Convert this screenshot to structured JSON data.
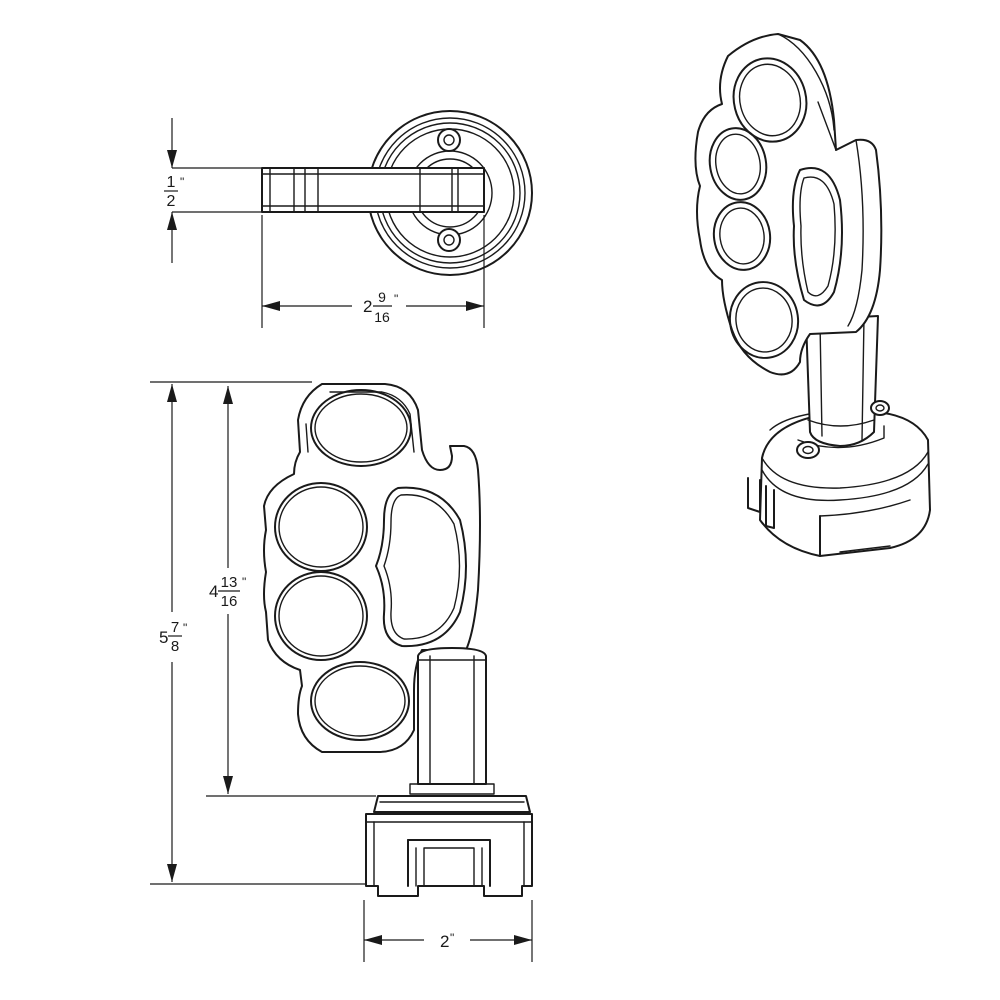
{
  "drawing": {
    "stroke_color": "#1a1a1a",
    "background_color": "#ffffff"
  },
  "dimensions": {
    "thickness": {
      "whole": "",
      "num": "1",
      "den": "2",
      "unit": "\""
    },
    "depth": {
      "whole": "2",
      "num": "9",
      "den": "16",
      "unit": "\""
    },
    "lever_height": {
      "whole": "4",
      "num": "13",
      "den": "16",
      "unit": "\""
    },
    "overall_height": {
      "whole": "5",
      "num": "7",
      "den": "8",
      "unit": "\""
    },
    "base_width": {
      "whole": "2",
      "unit": "\""
    }
  }
}
